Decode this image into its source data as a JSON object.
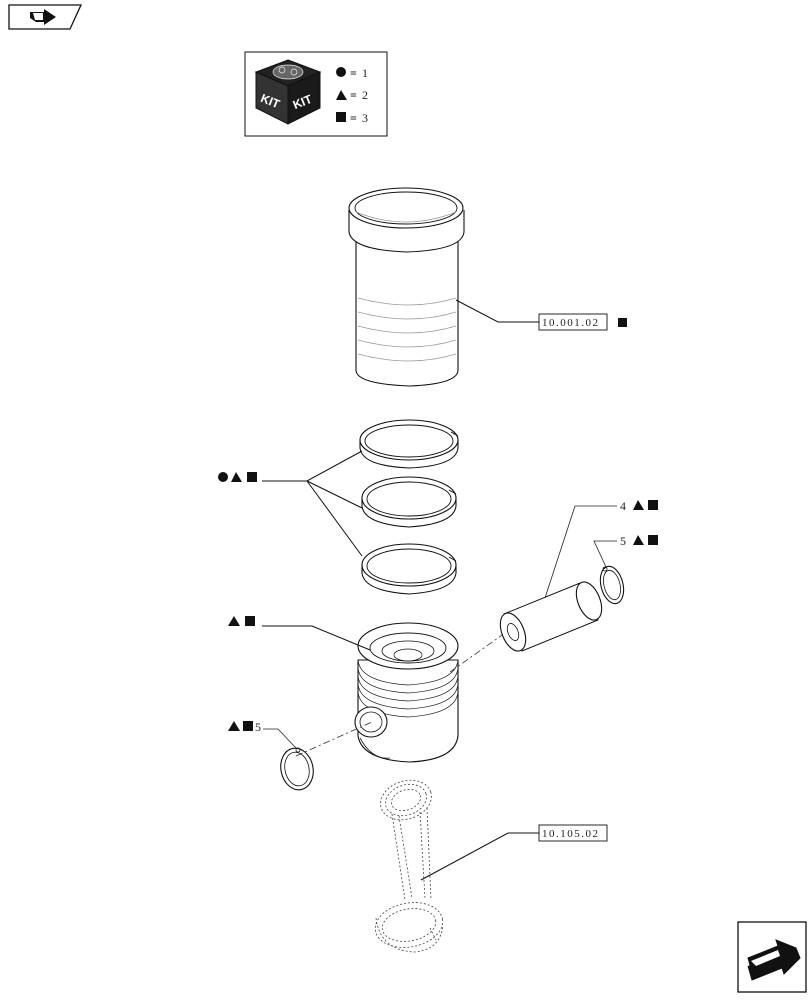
{
  "legend": {
    "kit_word_1": "KIT",
    "kit_word_2": "KIT",
    "eq": "=",
    "kit_1_value": "1",
    "kit_2_value": "2",
    "kit_3_value": "3"
  },
  "references": {
    "cylinder_liner": "10.001.02",
    "connecting_rod": "10.105.02"
  },
  "callouts": {
    "piston_pin_number": "4",
    "snap_ring_right_number": "5",
    "snap_ring_left_number": "5"
  },
  "icons": {
    "top_left": "previous-page-arrow-icon",
    "bottom_right": "next-page-arrow-icon",
    "kit_box": "kit-box-icon",
    "circle": "kit-1-circle-icon",
    "triangle": "kit-2-triangle-icon",
    "square": "kit-3-square-icon"
  }
}
